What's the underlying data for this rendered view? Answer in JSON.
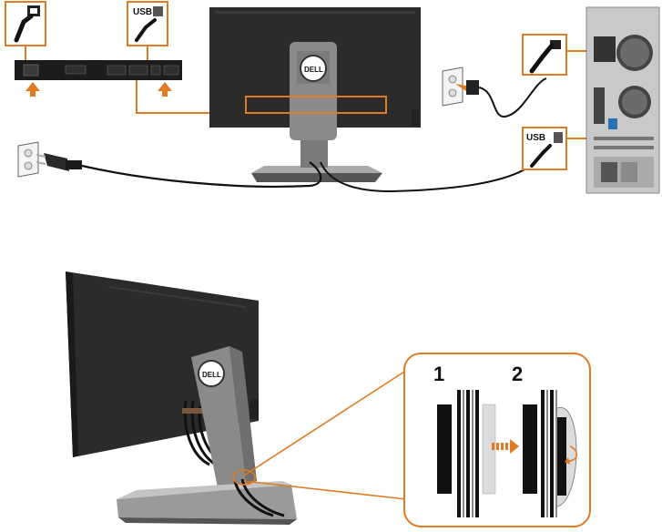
{
  "labels": {
    "usb_callout_top": "USB",
    "usb_callout_pc": "USB",
    "brand_top": "DELL",
    "brand_bottom": "DELL"
  },
  "steps": {
    "one": "1",
    "two": "2"
  },
  "colors": {
    "accent_orange": "#E07B24",
    "monitor_dark": "#2b2b2b",
    "stand_gray": "#8a8a8a",
    "cable_black": "#111111"
  }
}
